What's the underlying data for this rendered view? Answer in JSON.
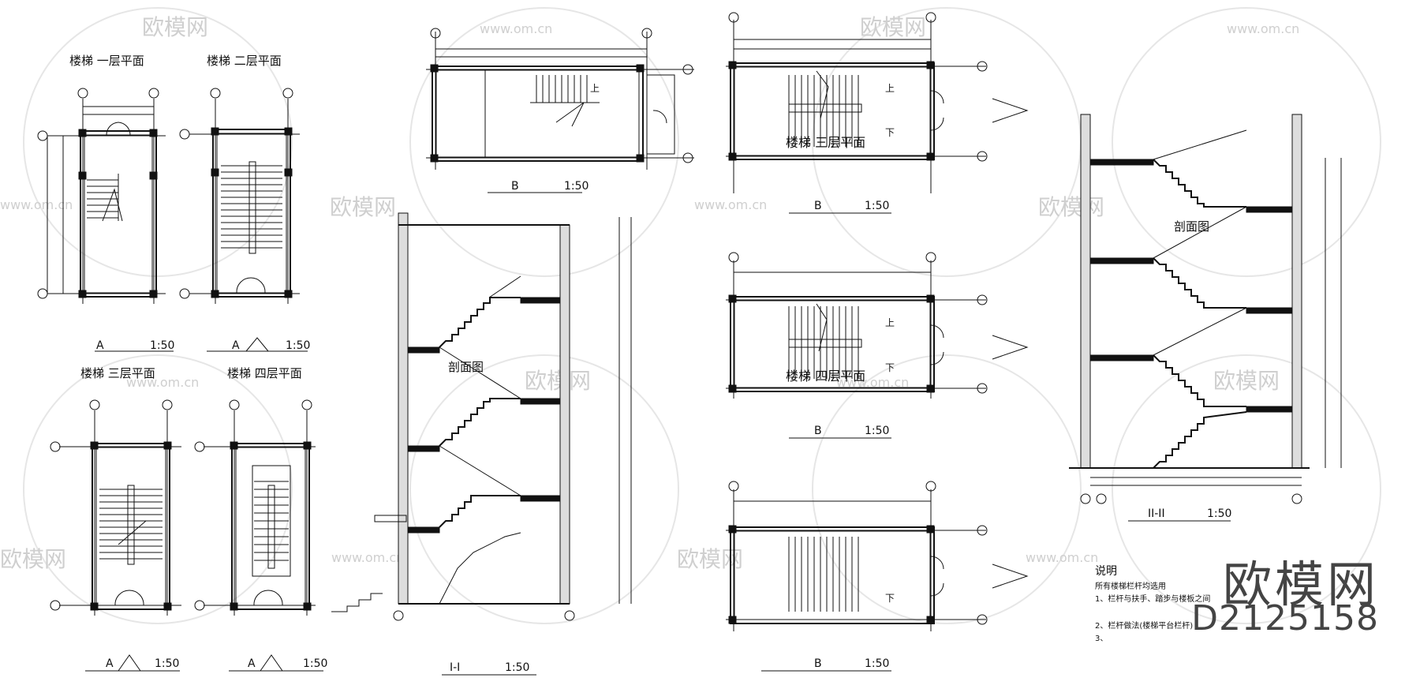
{
  "watermark": {
    "logo_text": "欧模网",
    "url_text": "www.om.cn"
  },
  "brand": {
    "name": "欧模网",
    "code": "D2125158"
  },
  "plans": {
    "a1": {
      "title": "楼梯 一层平面",
      "label": "A",
      "scale": "1:50"
    },
    "a2": {
      "title": "楼梯 二层平面",
      "label": "A",
      "scale": "1:50"
    },
    "a3": {
      "title": "楼梯 三层平面",
      "label": "A",
      "scale": "1:50"
    },
    "a4": {
      "title": "楼梯 四层平面",
      "label": "A",
      "scale": "1:50"
    },
    "b1": {
      "label": "B",
      "scale": "1:50"
    },
    "b2": {
      "title": "楼梯 三层平面",
      "label": "B",
      "scale": "1:50"
    },
    "b3": {
      "title": "楼梯 四层平面",
      "label": "B",
      "scale": "1:50"
    },
    "b4": {
      "label": "B",
      "scale": "1:50"
    }
  },
  "sections": {
    "s1": {
      "label": "I-I",
      "scale": "1:50",
      "inner": "剖面图"
    },
    "s2": {
      "label": "II-II",
      "scale": "1:50",
      "inner": "剖面图"
    }
  },
  "plan_marks": {
    "up": "上",
    "down": "下"
  },
  "notes": {
    "title": "说明",
    "lines": [
      "所有楼梯栏杆均选用",
      "1、栏杆与扶手、踏步与楼板之间",
      "2、栏杆做法(楼梯平台栏杆)",
      "3、"
    ]
  }
}
